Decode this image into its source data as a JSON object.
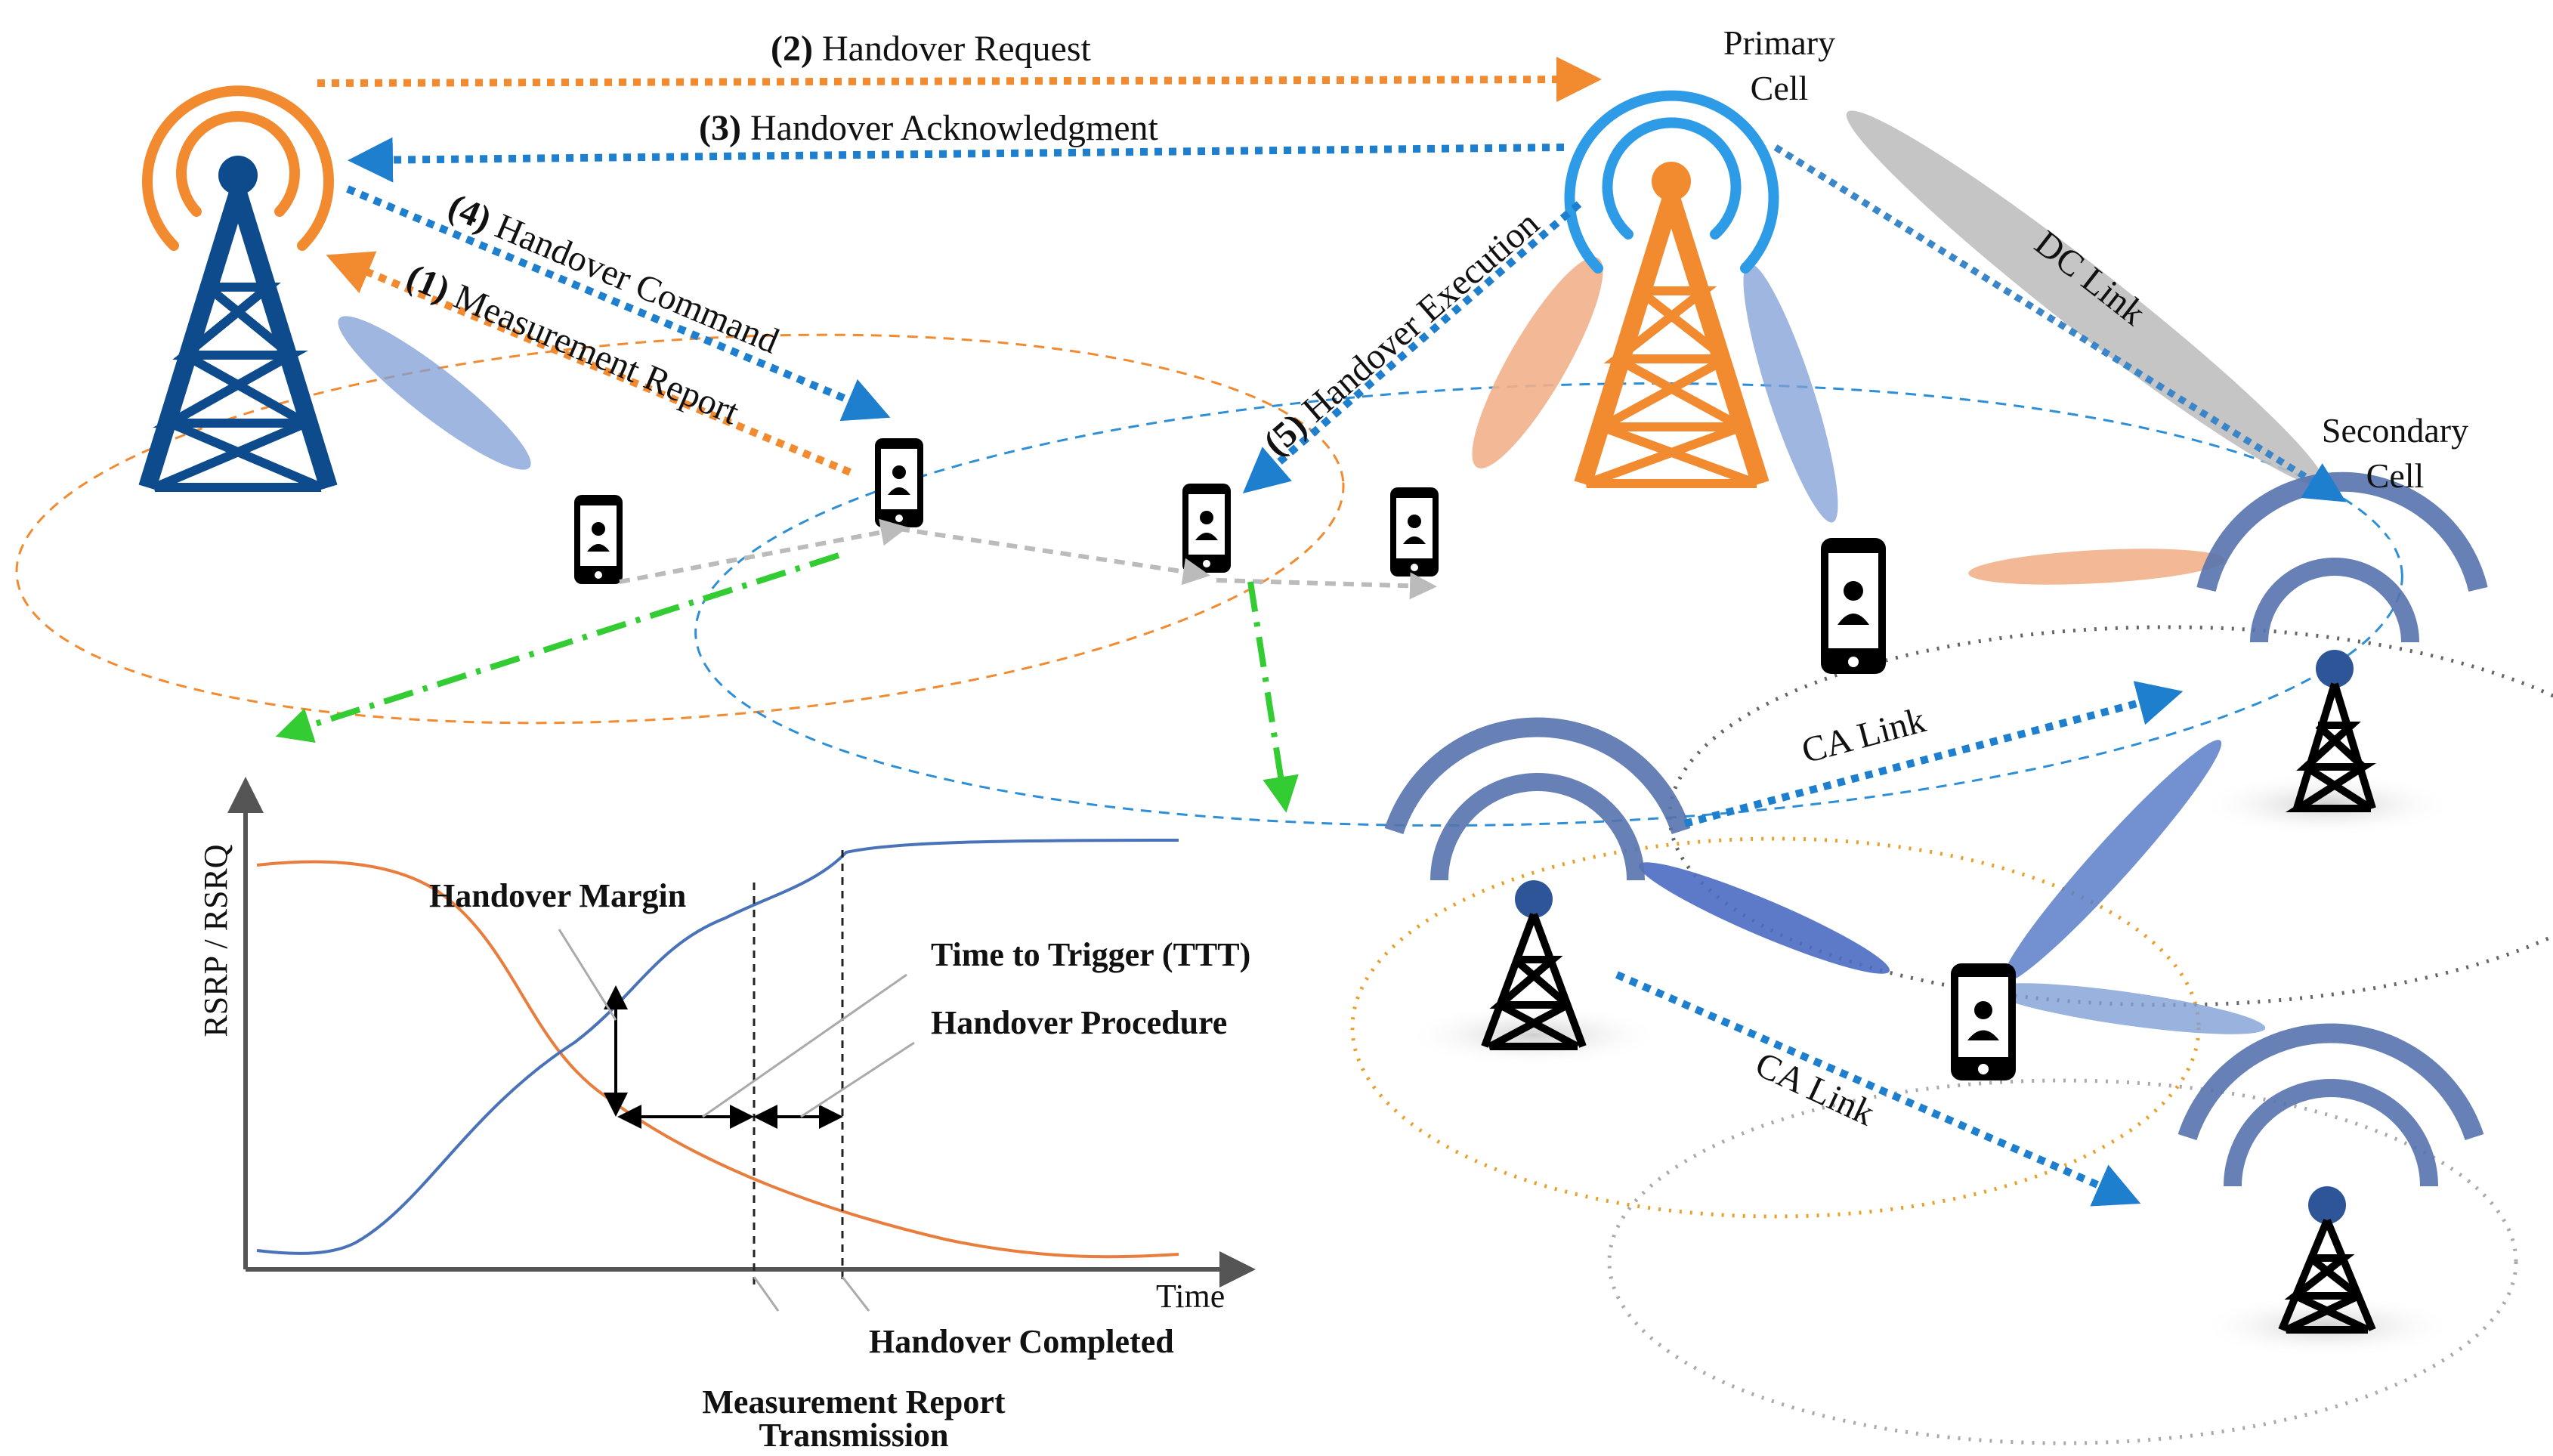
{
  "labels": {
    "primary_cell_line1": "Primary",
    "primary_cell_line2": "Cell",
    "secondary_cell_line1": "Secondary",
    "secondary_cell_line2": "Cell",
    "step2_num": "(2)",
    "step2_text": "Handover Request",
    "step3_num": "(3)",
    "step3_text": "Handover Acknowledgment",
    "step4_num": "(4)",
    "step4_text": "Handover Command",
    "step1_num": "(1)",
    "step1_text": "Measurement Report",
    "step5_num": "(5)",
    "step5_text": "Handover Execution",
    "dc_link": "DC Link",
    "ca_link_1": "CA Link",
    "ca_link_2": "CA Link"
  },
  "graph": {
    "y_axis": "RSRP / RSRQ",
    "x_axis": "Time",
    "handover_margin": "Handover Margin",
    "time_to_trigger": "Time to Trigger (TTT)",
    "handover_procedure": "Handover Procedure",
    "handover_completed": "Handover Completed",
    "measurement_report_line1": "Measurement Report",
    "measurement_report_line2": "Transmission"
  },
  "colors": {
    "orange": "#F28A30",
    "blue_arrow": "#1E7FCF",
    "navy": "#0D4B8C",
    "green": "#33CC33",
    "beam_blue": "#7F9FD6",
    "beam_orange": "#F2B08A",
    "grey_link": "#BFBFBF",
    "curve_orange": "#E87D3E",
    "curve_blue": "#4A72B8"
  }
}
